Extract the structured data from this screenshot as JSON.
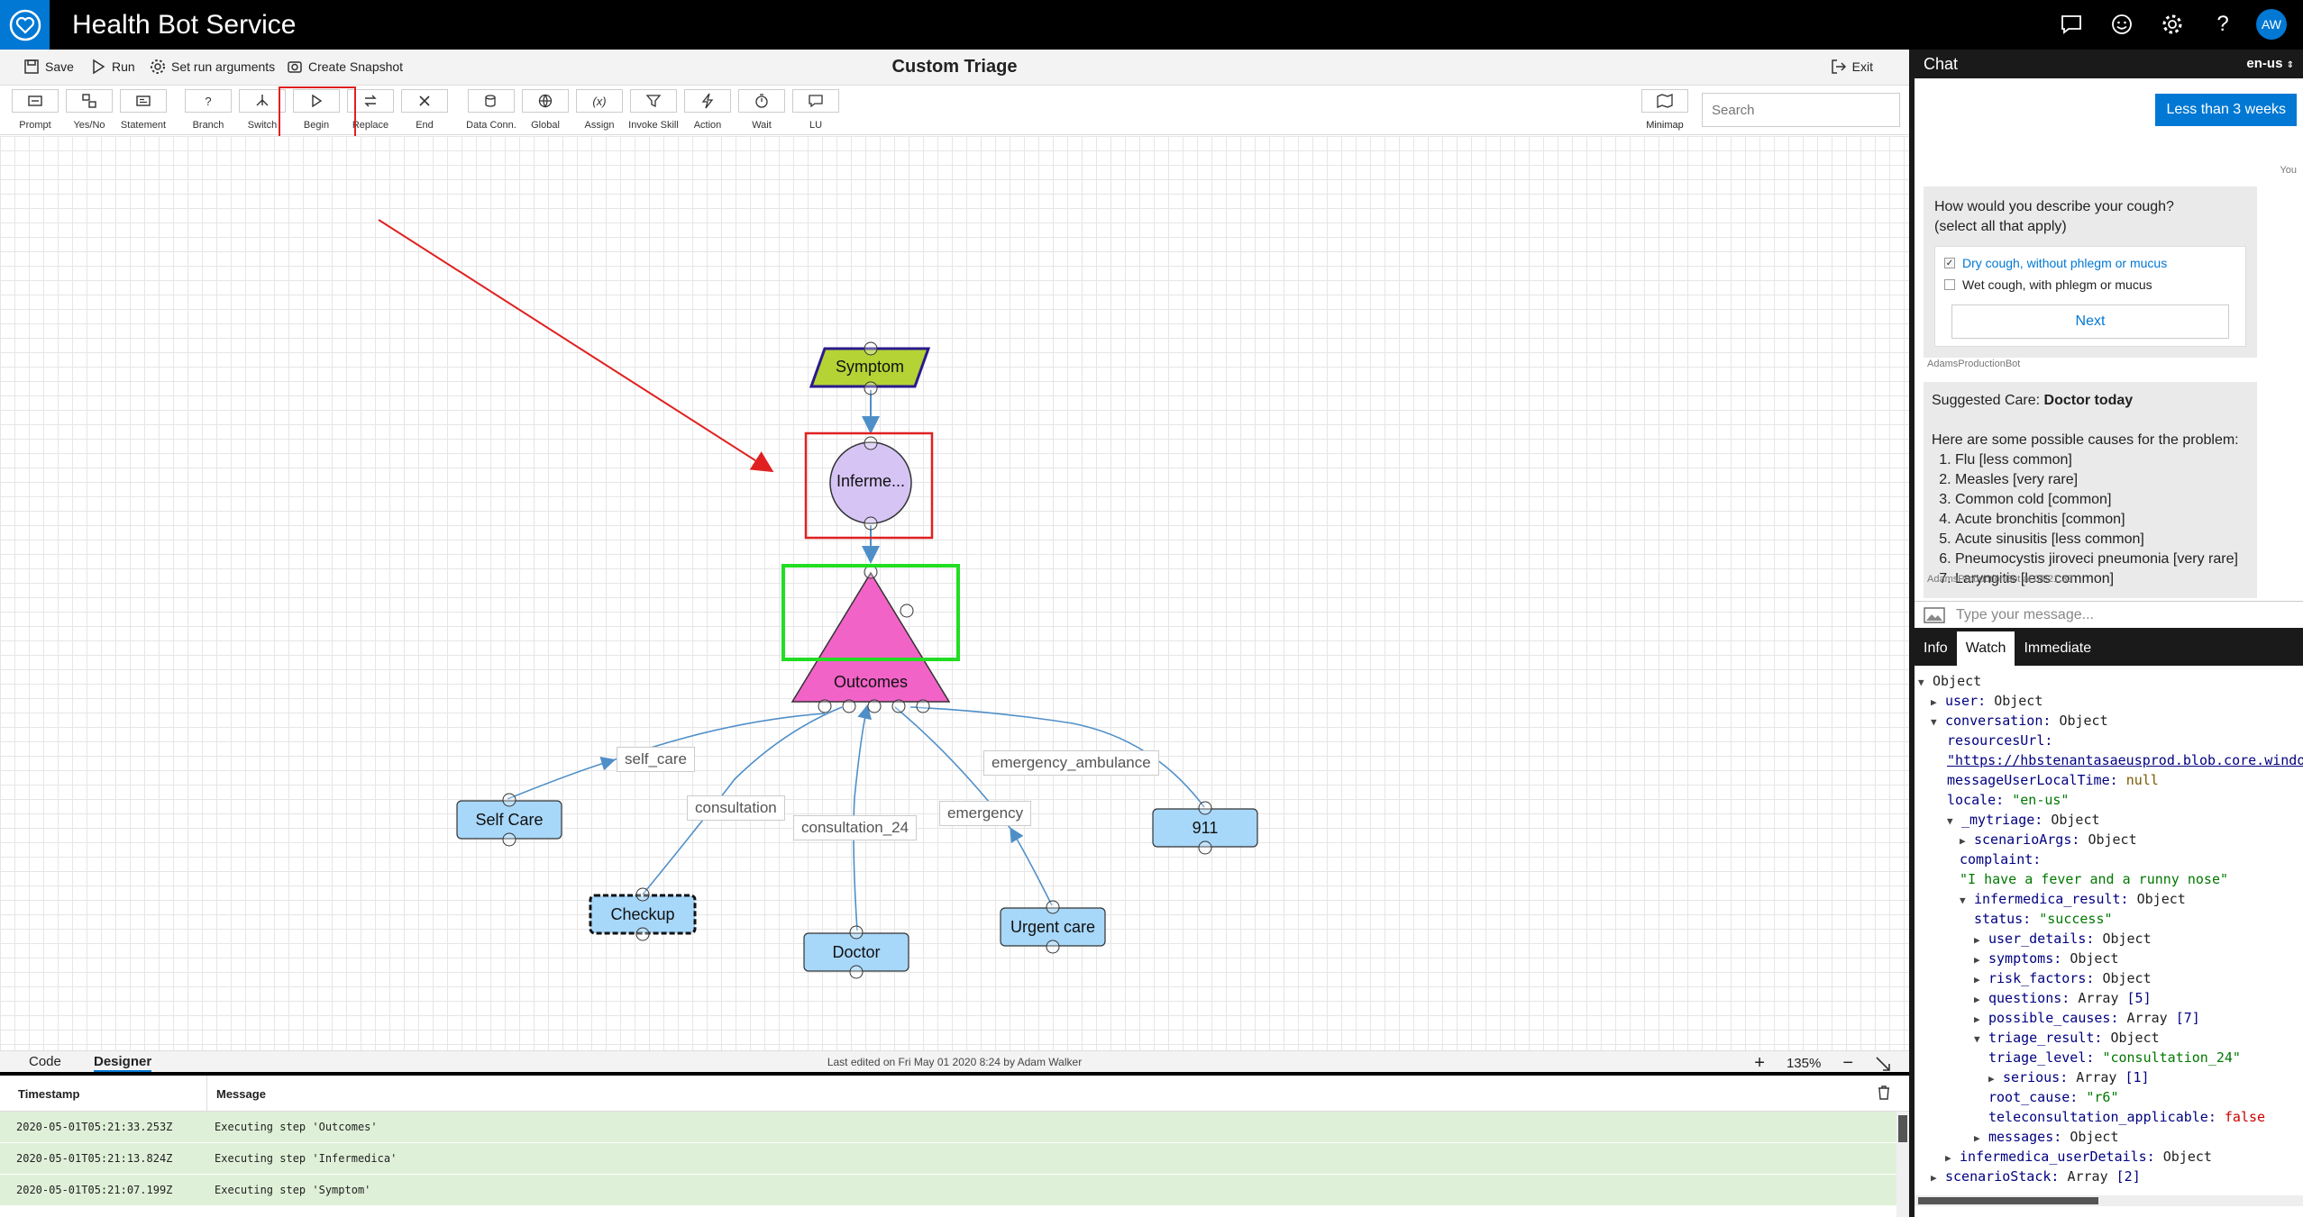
{
  "app": {
    "title": "Health Bot Service",
    "avatar_initials": "AW"
  },
  "toolbar": {
    "save": "Save",
    "run": "Run",
    "set_run_arguments": "Set run arguments",
    "create_snapshot": "Create Snapshot",
    "title": "Custom Triage",
    "exit": "Exit"
  },
  "palette": {
    "tools": [
      "Prompt",
      "Yes/No",
      "Statement",
      "Branch",
      "Switch",
      "Begin",
      "Replace",
      "End",
      "Data Conn.",
      "Global",
      "Assign",
      "Invoke Skill",
      "Action",
      "Wait",
      "LU"
    ],
    "minimap": "Minimap",
    "search_placeholder": "Search"
  },
  "flow": {
    "nodes": {
      "symptom": "Symptom",
      "infermedica": "Inferme...",
      "outcomes": "Outcomes",
      "self_care": "Self Care",
      "checkup": "Checkup",
      "doctor": "Doctor",
      "urgent_care": "Urgent care",
      "n911": "911"
    },
    "edges": {
      "self_care": "self_care",
      "consultation": "consultation",
      "consultation_24": "consultation_24",
      "emergency": "emergency",
      "emergency_ambulance": "emergency_ambulance"
    },
    "colors": {
      "symptom": "#b5d334",
      "infermedica": "#d6c4f5",
      "outcomes": "#f263c7",
      "action_node": "#a7d7f9",
      "highlight_red": "#e02020",
      "highlight_green": "#22dd22"
    }
  },
  "footer": {
    "tab_code": "Code",
    "tab_designer": "Designer",
    "last_edited": "Last edited on Fri May 01 2020 8:24 by Adam Walker",
    "zoom": "135%"
  },
  "log": {
    "col_timestamp": "Timestamp",
    "col_message": "Message",
    "rows": [
      {
        "ts": "2020-05-01T05:21:33.253Z",
        "msg": "Executing step 'Outcomes'"
      },
      {
        "ts": "2020-05-01T05:21:13.824Z",
        "msg": "Executing step 'Infermedica'"
      },
      {
        "ts": "2020-05-01T05:21:07.199Z",
        "msg": "Executing step 'Symptom'"
      }
    ]
  },
  "chat": {
    "title": "Chat",
    "locale": "en-us",
    "user_reply": "Less than 3 weeks",
    "you": "You",
    "question_line1": "How would you describe your cough?",
    "question_line2": "(select all that apply)",
    "option1": "Dry cough, without phlegm or mucus",
    "option2": "Wet cough, with phlegm or mucus",
    "next": "Next",
    "sender1": "AdamsProductionBot",
    "care_prefix": "Suggested Care: ",
    "care_value": "Doctor today",
    "causes_intro": "Here are some possible causes for the problem:",
    "causes": [
      "Flu [less common]",
      "Measles [very rare]",
      "Common cold [common]",
      "Acute bronchitis [common]",
      "Acute sinusitis [less common]",
      "Pneumocystis jiroveci pneumonia [very rare]",
      "Laryngitis [less common]"
    ],
    "sender2": "AdamsProductionBot at 08:21:33",
    "input_placeholder": "Type your message..."
  },
  "debug_tabs": {
    "info": "Info",
    "watch": "Watch",
    "immediate": "Immediate"
  },
  "watch": {
    "object": "Object",
    "user": "user:",
    "user_t": "Object",
    "conversation": "conversation:",
    "conversation_t": "Object",
    "resourcesUrl": "resourcesUrl:",
    "resourcesUrl_v": "\"https://hbstenantasaeusprod.blob.core.windows.net\"",
    "mult": "messageUserLocalTime:",
    "mult_v": "null",
    "locale": "locale:",
    "locale_v": "\"en-us\"",
    "mytriage": "_mytriage:",
    "mytriage_t": "Object",
    "scenarioArgs": "scenarioArgs:",
    "scenarioArgs_t": "Object",
    "complaint": "complaint:",
    "complaint_v": "\"I have a fever and a runny nose\"",
    "inf_result": "infermedica_result:",
    "inf_result_t": "Object",
    "status": "status:",
    "status_v": "\"success\"",
    "user_details": "user_details:",
    "user_details_t": "Object",
    "symptoms": "symptoms:",
    "symptoms_t": "Object",
    "risk_factors": "risk_factors:",
    "risk_factors_t": "Object",
    "questions": "questions:",
    "questions_t": "Array",
    "questions_n": "[5]",
    "possible_causes": "possible_causes:",
    "possible_causes_t": "Array",
    "possible_causes_n": "[7]",
    "triage_result": "triage_result:",
    "triage_result_t": "Object",
    "triage_level": "triage_level:",
    "triage_level_v": "\"consultation_24\"",
    "serious": "serious:",
    "serious_t": "Array",
    "serious_n": "[1]",
    "root_cause": "root_cause:",
    "root_cause_v": "\"r6\"",
    "tele": "teleconsultation_applicable:",
    "tele_v": "false",
    "messages": "messages:",
    "messages_t": "Object",
    "inf_user": "infermedica_userDetails:",
    "inf_user_t": "Object",
    "scenarioStack": "scenarioStack:",
    "scenarioStack_t": "Array",
    "scenarioStack_n": "[2]"
  }
}
